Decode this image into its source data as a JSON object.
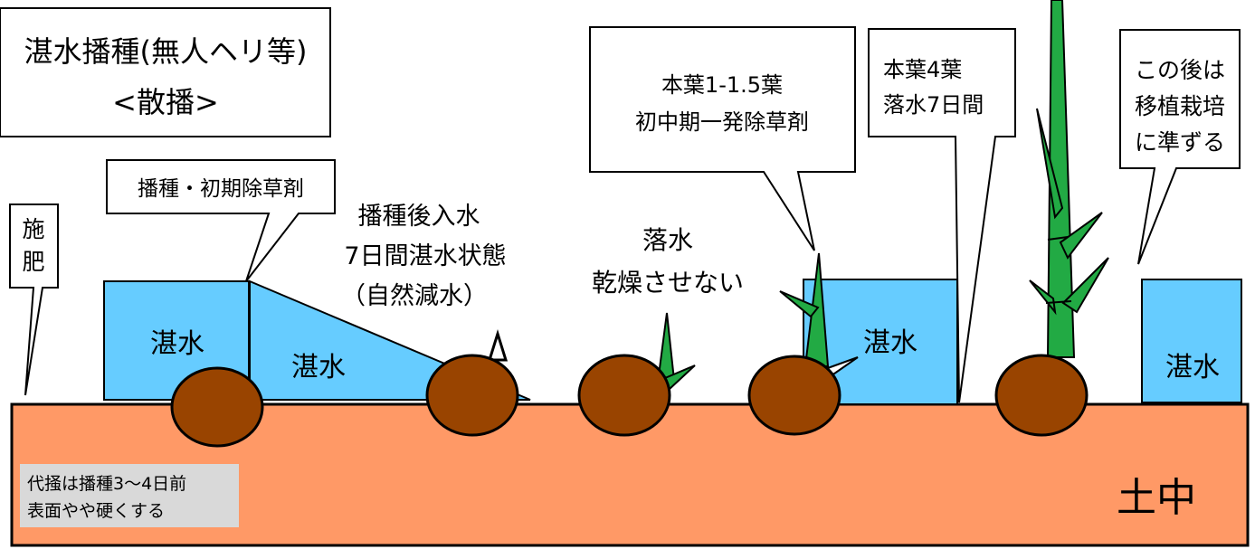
{
  "title": {
    "line1": "湛水播種(無人ヘリ等)",
    "line2": "<散播>"
  },
  "callouts": {
    "fertilizer": {
      "line1": "施",
      "line2": "肥"
    },
    "seeding_herbicide": "播種・初期除草剤",
    "after_seeding": {
      "line1": "播種後入水",
      "line2": "7日間湛水状態",
      "line3": "（自然減水）"
    },
    "drain": {
      "line1": "落水",
      "line2": "乾燥させない"
    },
    "true_leaf_1": {
      "line1": "本葉1-1.5葉",
      "line2": "初中期一発除草剤"
    },
    "true_leaf_4": {
      "line1": "本葉4葉",
      "line2": "落水7日間"
    },
    "after_this": {
      "line1": "この後は",
      "line2": "移植栽培",
      "line3": "に準ずる"
    }
  },
  "water_labels": {
    "flood_1": "湛水",
    "flood_2": "湛水",
    "flood_3": "湛水",
    "flood_4": "湛水"
  },
  "soil": {
    "label": "土中",
    "note_line1": "代掻は播種3～4日前",
    "note_line2": "表面やや硬くする"
  },
  "colors": {
    "water": "#66ccff",
    "soil": "#ff9966",
    "seed": "#994400",
    "leaf": "#22aa44",
    "note_bg": "#d9d9d9"
  }
}
